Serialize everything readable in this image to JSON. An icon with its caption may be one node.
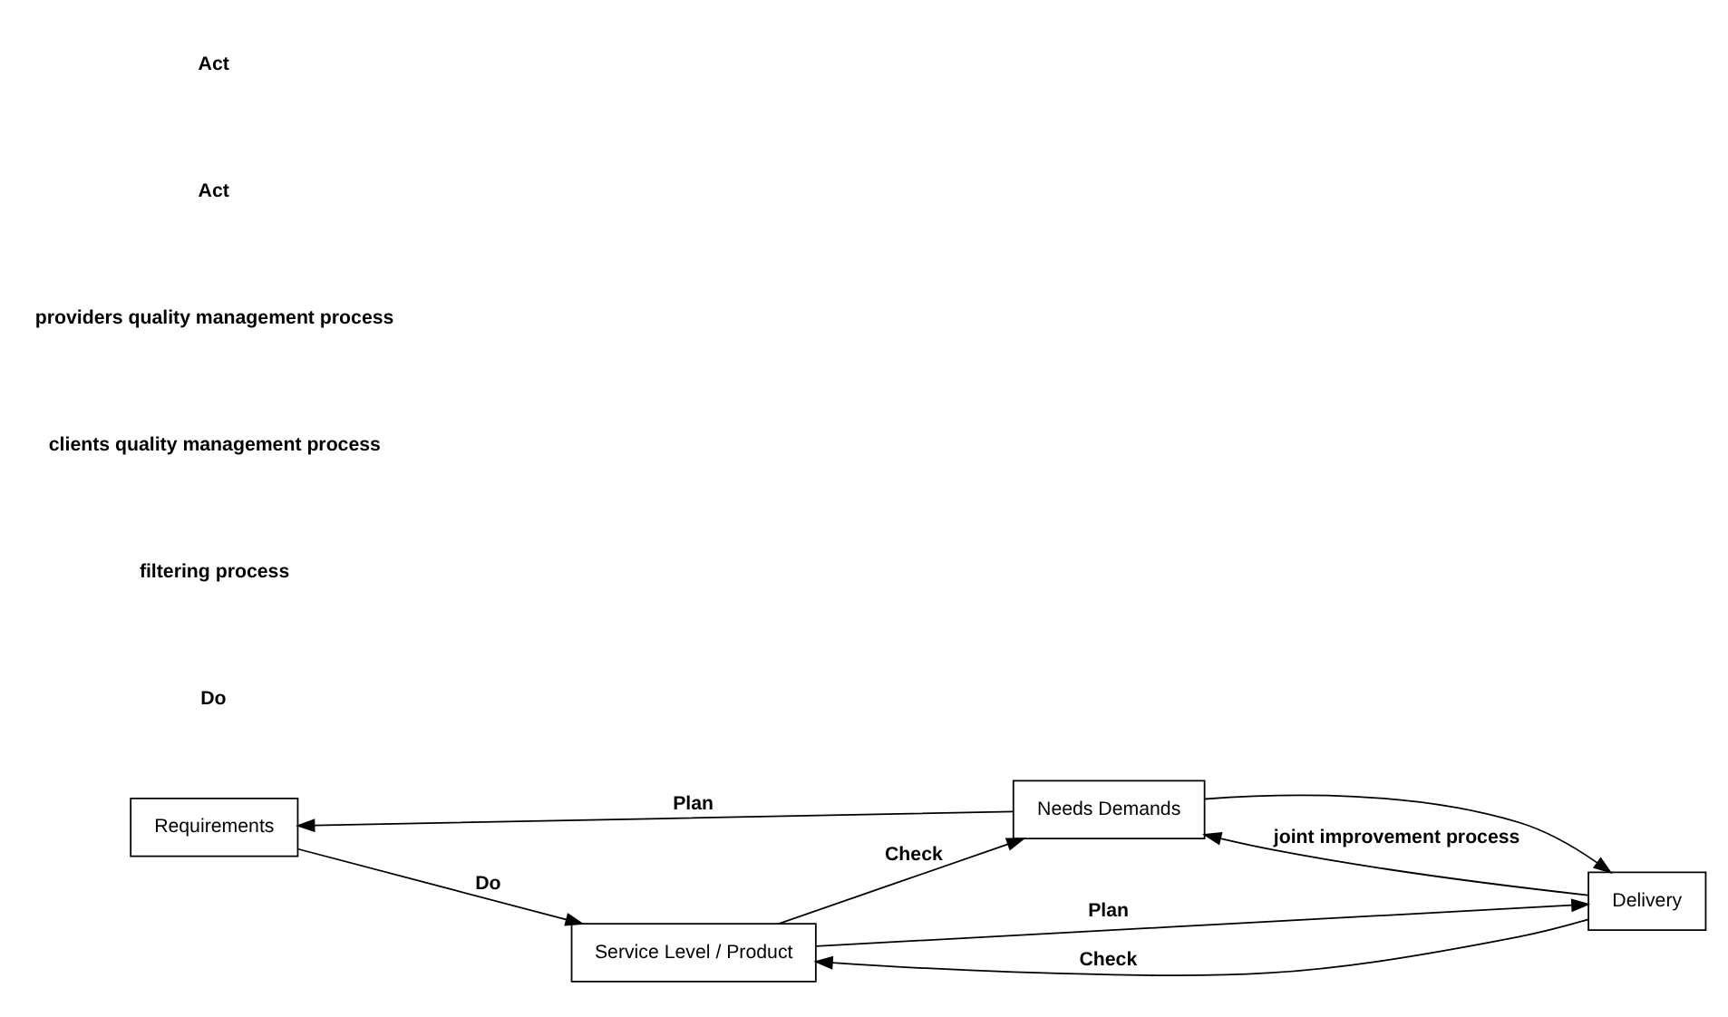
{
  "diagram": {
    "nodes": [
      {
        "text": [
          "Requirements"
        ]
      },
      {
        "text": [
          "Needs Demands"
        ]
      },
      {
        "text": [
          "Service Level / Product"
        ]
      },
      {
        "text": [
          "Delivery"
        ]
      }
    ],
    "edges": [
      {
        "from": 1,
        "to": 0,
        "arrow": "to",
        "label": "Plan"
      },
      {
        "from": 0,
        "to": 2,
        "arrow": "to",
        "label": "Do"
      },
      {
        "from": 2,
        "to": 1,
        "arrow": "to",
        "label": "Check"
      },
      {
        "from": 2,
        "to": 3,
        "arrow": "to",
        "label": "Plan"
      },
      {
        "from": 3,
        "to": 2,
        "arrow": "to",
        "label": "Check"
      },
      {
        "from": 1,
        "to": 3,
        "arrow": "to"
      },
      {
        "from": 3,
        "to": 1,
        "arrow": "to",
        "label": "joint improvement process"
      }
    ],
    "labels": [
      "Do",
      "filtering process",
      "clients quality management process",
      "providers quality management process",
      "Act",
      "Act"
    ]
  }
}
